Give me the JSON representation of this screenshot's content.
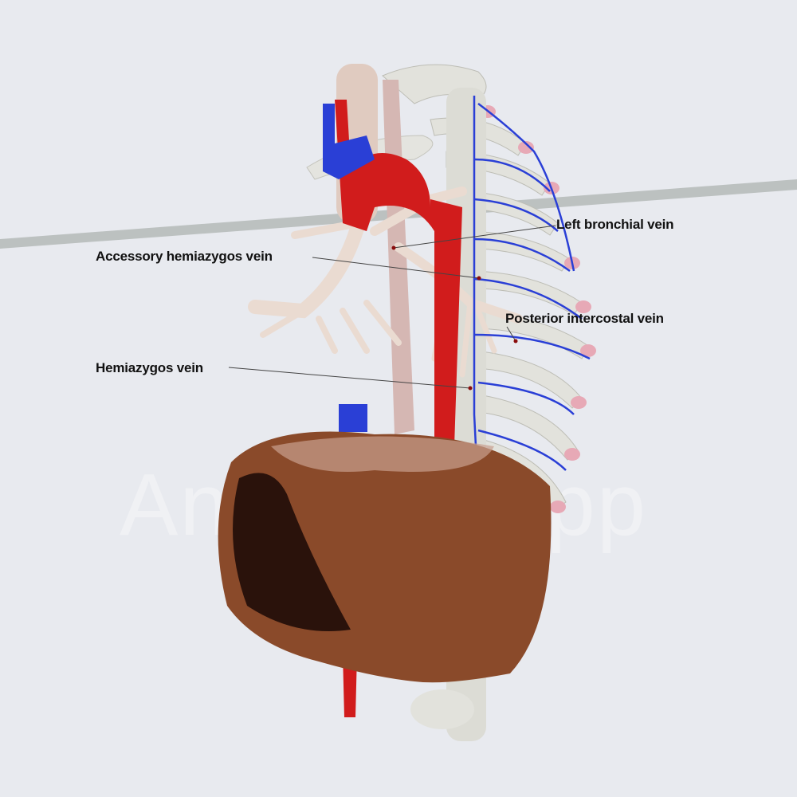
{
  "watermark": "Anatomy.app",
  "labels": {
    "left_bronchial_vein": "Left bronchial vein",
    "accessory_hemiazygos_vein": "Accessory hemiazygos vein",
    "posterior_intercostal_vein": "Posterior intercostal vein",
    "hemiazygos_vein": "Hemiazygos vein"
  },
  "colors": {
    "background": "#e8eaef",
    "artery": "#d11c1c",
    "vein": "#2a3fd6",
    "bone": "#e4e4df",
    "liver": "#8a4a2a",
    "bronchi": "#e8d6cc"
  }
}
